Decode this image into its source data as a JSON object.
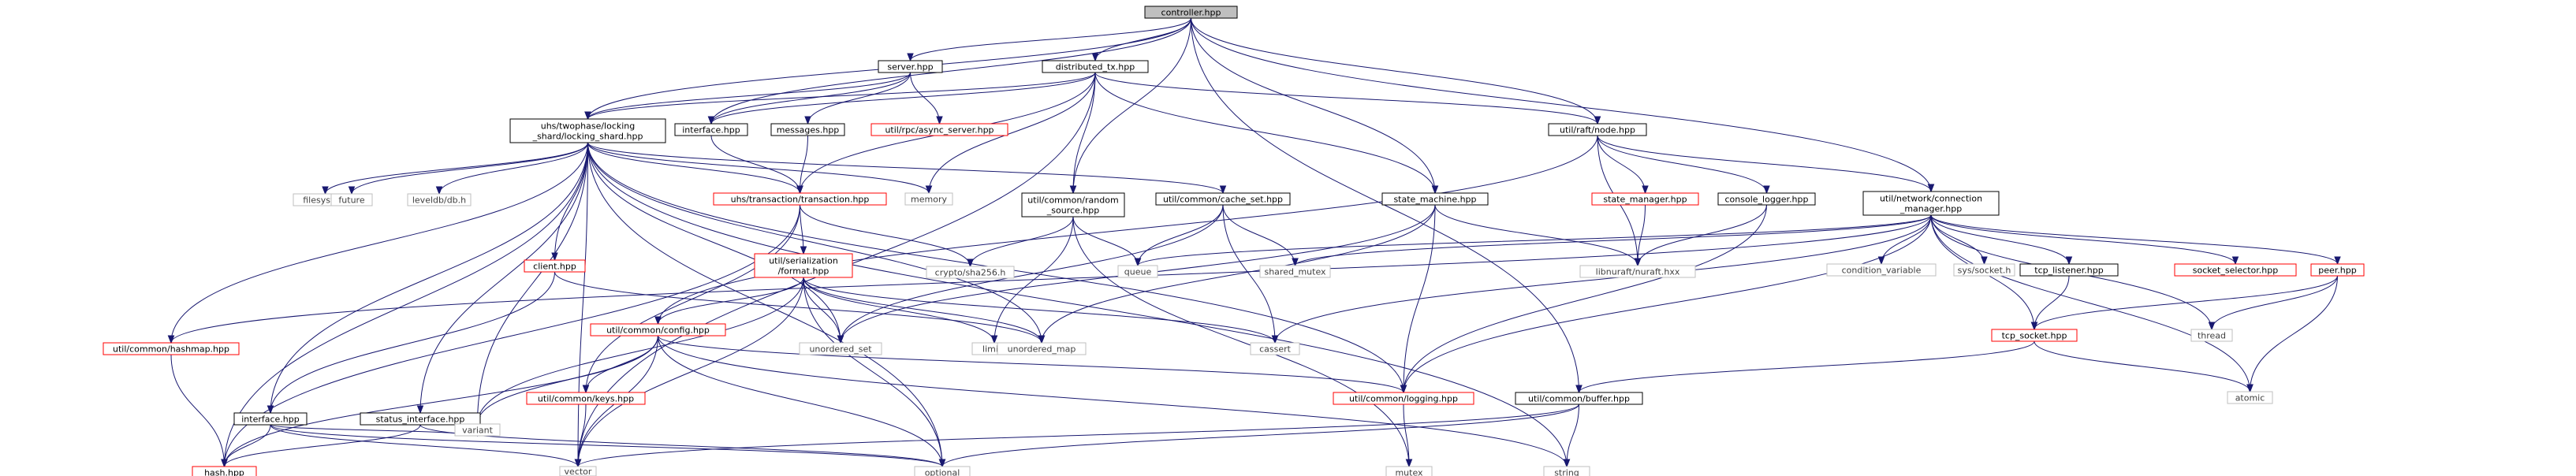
{
  "colors": {
    "edge": "#191970",
    "root_fill": "#bfbfbf",
    "normal_stroke": "#000000",
    "external_stroke": "#bfbfbf",
    "external_text": "#404040",
    "missing_stroke": "#ff0000",
    "text": "#000000"
  },
  "nodes": [
    {
      "id": "controller",
      "label": [
        "controller.hpp"
      ],
      "kind": "root"
    },
    {
      "id": "server",
      "label": [
        "server.hpp"
      ],
      "kind": "normal"
    },
    {
      "id": "dtx",
      "label": [
        "distributed_tx.hpp"
      ],
      "kind": "normal"
    },
    {
      "id": "ls",
      "label": [
        "uhs/twophase/locking",
        "_shard/locking_shard.hpp"
      ],
      "kind": "normal"
    },
    {
      "id": "iface1",
      "label": [
        "interface.hpp"
      ],
      "kind": "normal"
    },
    {
      "id": "messages",
      "label": [
        "messages.hpp"
      ],
      "kind": "normal"
    },
    {
      "id": "asyncsrv",
      "label": [
        "util/rpc/async_server.hpp"
      ],
      "kind": "missing"
    },
    {
      "id": "raftnode",
      "label": [
        "util/raft/node.hpp"
      ],
      "kind": "normal"
    },
    {
      "id": "vector",
      "label": [
        "vector"
      ],
      "kind": "external"
    },
    {
      "id": "hash",
      "label": [
        "hash.hpp"
      ],
      "kind": "missing"
    },
    {
      "id": "hashmap",
      "label": [
        "util/common/hashmap.hpp"
      ],
      "kind": "missing"
    },
    {
      "id": "iface2",
      "label": [
        "interface.hpp"
      ],
      "kind": "normal"
    },
    {
      "id": "filesystem",
      "label": [
        "filesystem"
      ],
      "kind": "external"
    },
    {
      "id": "future",
      "label": [
        "future"
      ],
      "kind": "external"
    },
    {
      "id": "leveldb",
      "label": [
        "leveldb/db.h"
      ],
      "kind": "external"
    },
    {
      "id": "client",
      "label": [
        "client.hpp"
      ],
      "kind": "missing"
    },
    {
      "id": "statusif",
      "label": [
        "status_interface.hpp"
      ],
      "kind": "normal"
    },
    {
      "id": "variant",
      "label": [
        "variant"
      ],
      "kind": "external"
    },
    {
      "id": "optional",
      "label": [
        "optional"
      ],
      "kind": "external"
    },
    {
      "id": "transaction",
      "label": [
        "uhs/transaction/transaction.hpp"
      ],
      "kind": "missing"
    },
    {
      "id": "memory",
      "label": [
        "memory"
      ],
      "kind": "external"
    },
    {
      "id": "random",
      "label": [
        "util/common/random",
        "_source.hpp"
      ],
      "kind": "normal"
    },
    {
      "id": "cacheset",
      "label": [
        "util/common/cache_set.hpp"
      ],
      "kind": "normal"
    },
    {
      "id": "statemachine",
      "label": [
        "state_machine.hpp"
      ],
      "kind": "normal"
    },
    {
      "id": "statemanager",
      "label": [
        "state_manager.hpp"
      ],
      "kind": "missing"
    },
    {
      "id": "consolelogger",
      "label": [
        "console_logger.hpp"
      ],
      "kind": "normal"
    },
    {
      "id": "connmgr",
      "label": [
        "util/network/connection",
        "_manager.hpp"
      ],
      "kind": "normal"
    },
    {
      "id": "serialformat",
      "label": [
        "util/serialization",
        "/format.hpp"
      ],
      "kind": "missing"
    },
    {
      "id": "crypto",
      "label": [
        "crypto/sha256.h"
      ],
      "kind": "external"
    },
    {
      "id": "queue",
      "label": [
        "queue"
      ],
      "kind": "external"
    },
    {
      "id": "sharedmutex",
      "label": [
        "shared_mutex"
      ],
      "kind": "external"
    },
    {
      "id": "nuraft",
      "label": [
        "libnuraft/nuraft.hxx"
      ],
      "kind": "external"
    },
    {
      "id": "config",
      "label": [
        "util/common/config.hpp"
      ],
      "kind": "missing"
    },
    {
      "id": "unset",
      "label": [
        "unordered_set"
      ],
      "kind": "external"
    },
    {
      "id": "limits",
      "label": [
        "limits"
      ],
      "kind": "external"
    },
    {
      "id": "unmap",
      "label": [
        "unordered_map"
      ],
      "kind": "external"
    },
    {
      "id": "cassert",
      "label": [
        "cassert"
      ],
      "kind": "external"
    },
    {
      "id": "keys",
      "label": [
        "util/common/keys.hpp"
      ],
      "kind": "missing"
    },
    {
      "id": "logging",
      "label": [
        "util/common/logging.hpp"
      ],
      "kind": "missing"
    },
    {
      "id": "buffer",
      "label": [
        "util/common/buffer.hpp"
      ],
      "kind": "normal"
    },
    {
      "id": "mutex",
      "label": [
        "mutex"
      ],
      "kind": "external"
    },
    {
      "id": "string",
      "label": [
        "string"
      ],
      "kind": "external"
    },
    {
      "id": "condvar",
      "label": [
        "condition_variable"
      ],
      "kind": "external"
    },
    {
      "id": "syssocket",
      "label": [
        "sys/socket.h"
      ],
      "kind": "external"
    },
    {
      "id": "tcplistener",
      "label": [
        "tcp_listener.hpp"
      ],
      "kind": "normal"
    },
    {
      "id": "socksel",
      "label": [
        "socket_selector.hpp"
      ],
      "kind": "missing"
    },
    {
      "id": "peer",
      "label": [
        "peer.hpp"
      ],
      "kind": "missing"
    },
    {
      "id": "tcpsocket",
      "label": [
        "tcp_socket.hpp"
      ],
      "kind": "missing"
    },
    {
      "id": "thread",
      "label": [
        "thread"
      ],
      "kind": "external"
    },
    {
      "id": "atomic",
      "label": [
        "atomic"
      ],
      "kind": "external"
    }
  ],
  "edges": [
    [
      "controller",
      "server"
    ],
    [
      "controller",
      "dtx"
    ],
    [
      "controller",
      "ls"
    ],
    [
      "controller",
      "iface1"
    ],
    [
      "controller",
      "random"
    ],
    [
      "controller",
      "statemachine"
    ],
    [
      "controller",
      "raftnode"
    ],
    [
      "controller",
      "connmgr"
    ],
    [
      "controller",
      "buffer"
    ],
    [
      "server",
      "iface1"
    ],
    [
      "server",
      "messages"
    ],
    [
      "server",
      "asyncsrv"
    ],
    [
      "server",
      "ls"
    ],
    [
      "dtx",
      "ls"
    ],
    [
      "dtx",
      "iface1"
    ],
    [
      "dtx",
      "transaction"
    ],
    [
      "dtx",
      "memory"
    ],
    [
      "dtx",
      "random"
    ],
    [
      "dtx",
      "statemachine"
    ],
    [
      "dtx",
      "raftnode"
    ],
    [
      "dtx",
      "vector"
    ],
    [
      "ls",
      "hashmap"
    ],
    [
      "ls",
      "hash"
    ],
    [
      "ls",
      "iface2"
    ],
    [
      "ls",
      "filesystem"
    ],
    [
      "ls",
      "future"
    ],
    [
      "ls",
      "leveldb"
    ],
    [
      "ls",
      "client"
    ],
    [
      "ls",
      "statusif"
    ],
    [
      "ls",
      "variant"
    ],
    [
      "ls",
      "unset"
    ],
    [
      "ls",
      "transaction"
    ],
    [
      "ls",
      "memory"
    ],
    [
      "ls",
      "cacheset"
    ],
    [
      "ls",
      "logging"
    ],
    [
      "ls",
      "optional"
    ],
    [
      "ls",
      "vector"
    ],
    [
      "ls",
      "unmap"
    ],
    [
      "ls",
      "string"
    ],
    [
      "messages",
      "transaction"
    ],
    [
      "iface1",
      "transaction"
    ],
    [
      "hashmap",
      "hash"
    ],
    [
      "iface2",
      "hash"
    ],
    [
      "iface2",
      "variant"
    ],
    [
      "iface2",
      "optional"
    ],
    [
      "iface2",
      "vector"
    ],
    [
      "client",
      "iface2"
    ],
    [
      "client",
      "unmap"
    ],
    [
      "statusif",
      "hash"
    ],
    [
      "statusif",
      "optional"
    ],
    [
      "transaction",
      "hash"
    ],
    [
      "transaction",
      "keys"
    ],
    [
      "transaction",
      "serialformat"
    ],
    [
      "transaction",
      "crypto"
    ],
    [
      "random",
      "crypto"
    ],
    [
      "random",
      "queue"
    ],
    [
      "random",
      "limits"
    ],
    [
      "random",
      "mutex"
    ],
    [
      "cacheset",
      "queue"
    ],
    [
      "cacheset",
      "sharedmutex"
    ],
    [
      "cacheset",
      "cassert"
    ],
    [
      "cacheset",
      "unset"
    ],
    [
      "statemachine",
      "nuraft"
    ],
    [
      "statemachine",
      "logging"
    ],
    [
      "statemachine",
      "unmap"
    ],
    [
      "statemachine",
      "unset"
    ],
    [
      "raftnode",
      "statemanager"
    ],
    [
      "raftnode",
      "consolelogger"
    ],
    [
      "raftnode",
      "nuraft"
    ],
    [
      "raftnode",
      "connmgr"
    ],
    [
      "raftnode",
      "config"
    ],
    [
      "statemanager",
      "nuraft"
    ],
    [
      "consolelogger",
      "logging"
    ],
    [
      "consolelogger",
      "nuraft"
    ],
    [
      "connmgr",
      "hashmap"
    ],
    [
      "connmgr",
      "queue"
    ],
    [
      "connmgr",
      "sharedmutex"
    ],
    [
      "connmgr",
      "condvar"
    ],
    [
      "connmgr",
      "syssocket"
    ],
    [
      "connmgr",
      "tcplistener"
    ],
    [
      "connmgr",
      "socksel"
    ],
    [
      "connmgr",
      "peer"
    ],
    [
      "connmgr",
      "thread"
    ],
    [
      "connmgr",
      "atomic"
    ],
    [
      "connmgr",
      "cassert"
    ],
    [
      "connmgr",
      "tcpsocket"
    ],
    [
      "connmgr",
      "logging"
    ],
    [
      "serialformat",
      "config"
    ],
    [
      "serialformat",
      "unset"
    ],
    [
      "serialformat",
      "limits"
    ],
    [
      "serialformat",
      "unmap"
    ],
    [
      "serialformat",
      "cassert"
    ],
    [
      "serialformat",
      "optional"
    ],
    [
      "serialformat",
      "vector"
    ],
    [
      "serialformat",
      "variant"
    ],
    [
      "config",
      "hash"
    ],
    [
      "config",
      "variant"
    ],
    [
      "config",
      "keys"
    ],
    [
      "config",
      "logging"
    ],
    [
      "config",
      "optional"
    ],
    [
      "config",
      "vector"
    ],
    [
      "config",
      "string"
    ],
    [
      "keys",
      "vector"
    ],
    [
      "logging",
      "mutex"
    ],
    [
      "buffer",
      "vector"
    ],
    [
      "buffer",
      "optional"
    ],
    [
      "buffer",
      "string"
    ],
    [
      "tcplistener",
      "tcpsocket"
    ],
    [
      "peer",
      "tcpsocket"
    ],
    [
      "peer",
      "thread"
    ],
    [
      "peer",
      "atomic"
    ],
    [
      "tcpsocket",
      "buffer"
    ],
    [
      "tcpsocket",
      "atomic"
    ]
  ]
}
